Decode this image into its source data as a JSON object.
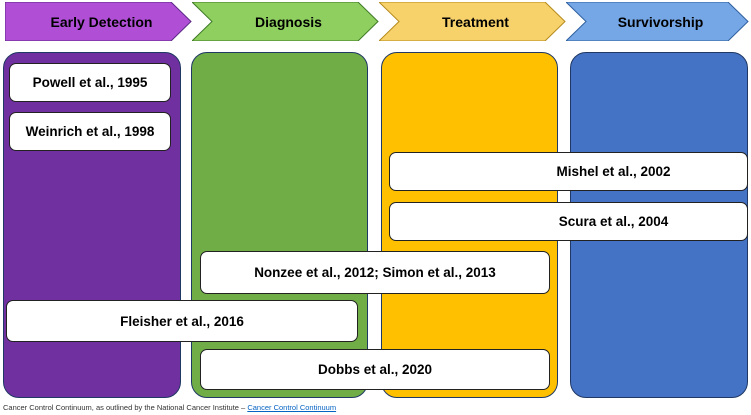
{
  "stages": [
    {
      "label": "Early Detection",
      "color": "#b04fd6"
    },
    {
      "label": "Diagnosis",
      "color": "#8fcf5f"
    },
    {
      "label": "Treatment",
      "color": "#f7d16a"
    },
    {
      "label": "Survivorship",
      "color": "#75a7e6"
    }
  ],
  "columns": [
    {
      "stage": "Early Detection",
      "color": "#7030a0"
    },
    {
      "stage": "Diagnosis",
      "color": "#70ad47"
    },
    {
      "stage": "Treatment",
      "color": "#ffc000"
    },
    {
      "stage": "Survivorship",
      "color": "#4472c4"
    }
  ],
  "studies": [
    "Powell et al., 1995",
    "Weinrich et al., 1998",
    "Mishel et al., 2002",
    "Scura et al., 2004",
    "Nonzee et al., 2012; Simon et al., 2013",
    "Fleisher et al., 2016",
    "Dobbs et al., 2020"
  ],
  "footer": {
    "text": "Cancer Control Continuum, as outlined by the National Cancer Institute – ",
    "link_text": "Cancer Control Continuum"
  }
}
